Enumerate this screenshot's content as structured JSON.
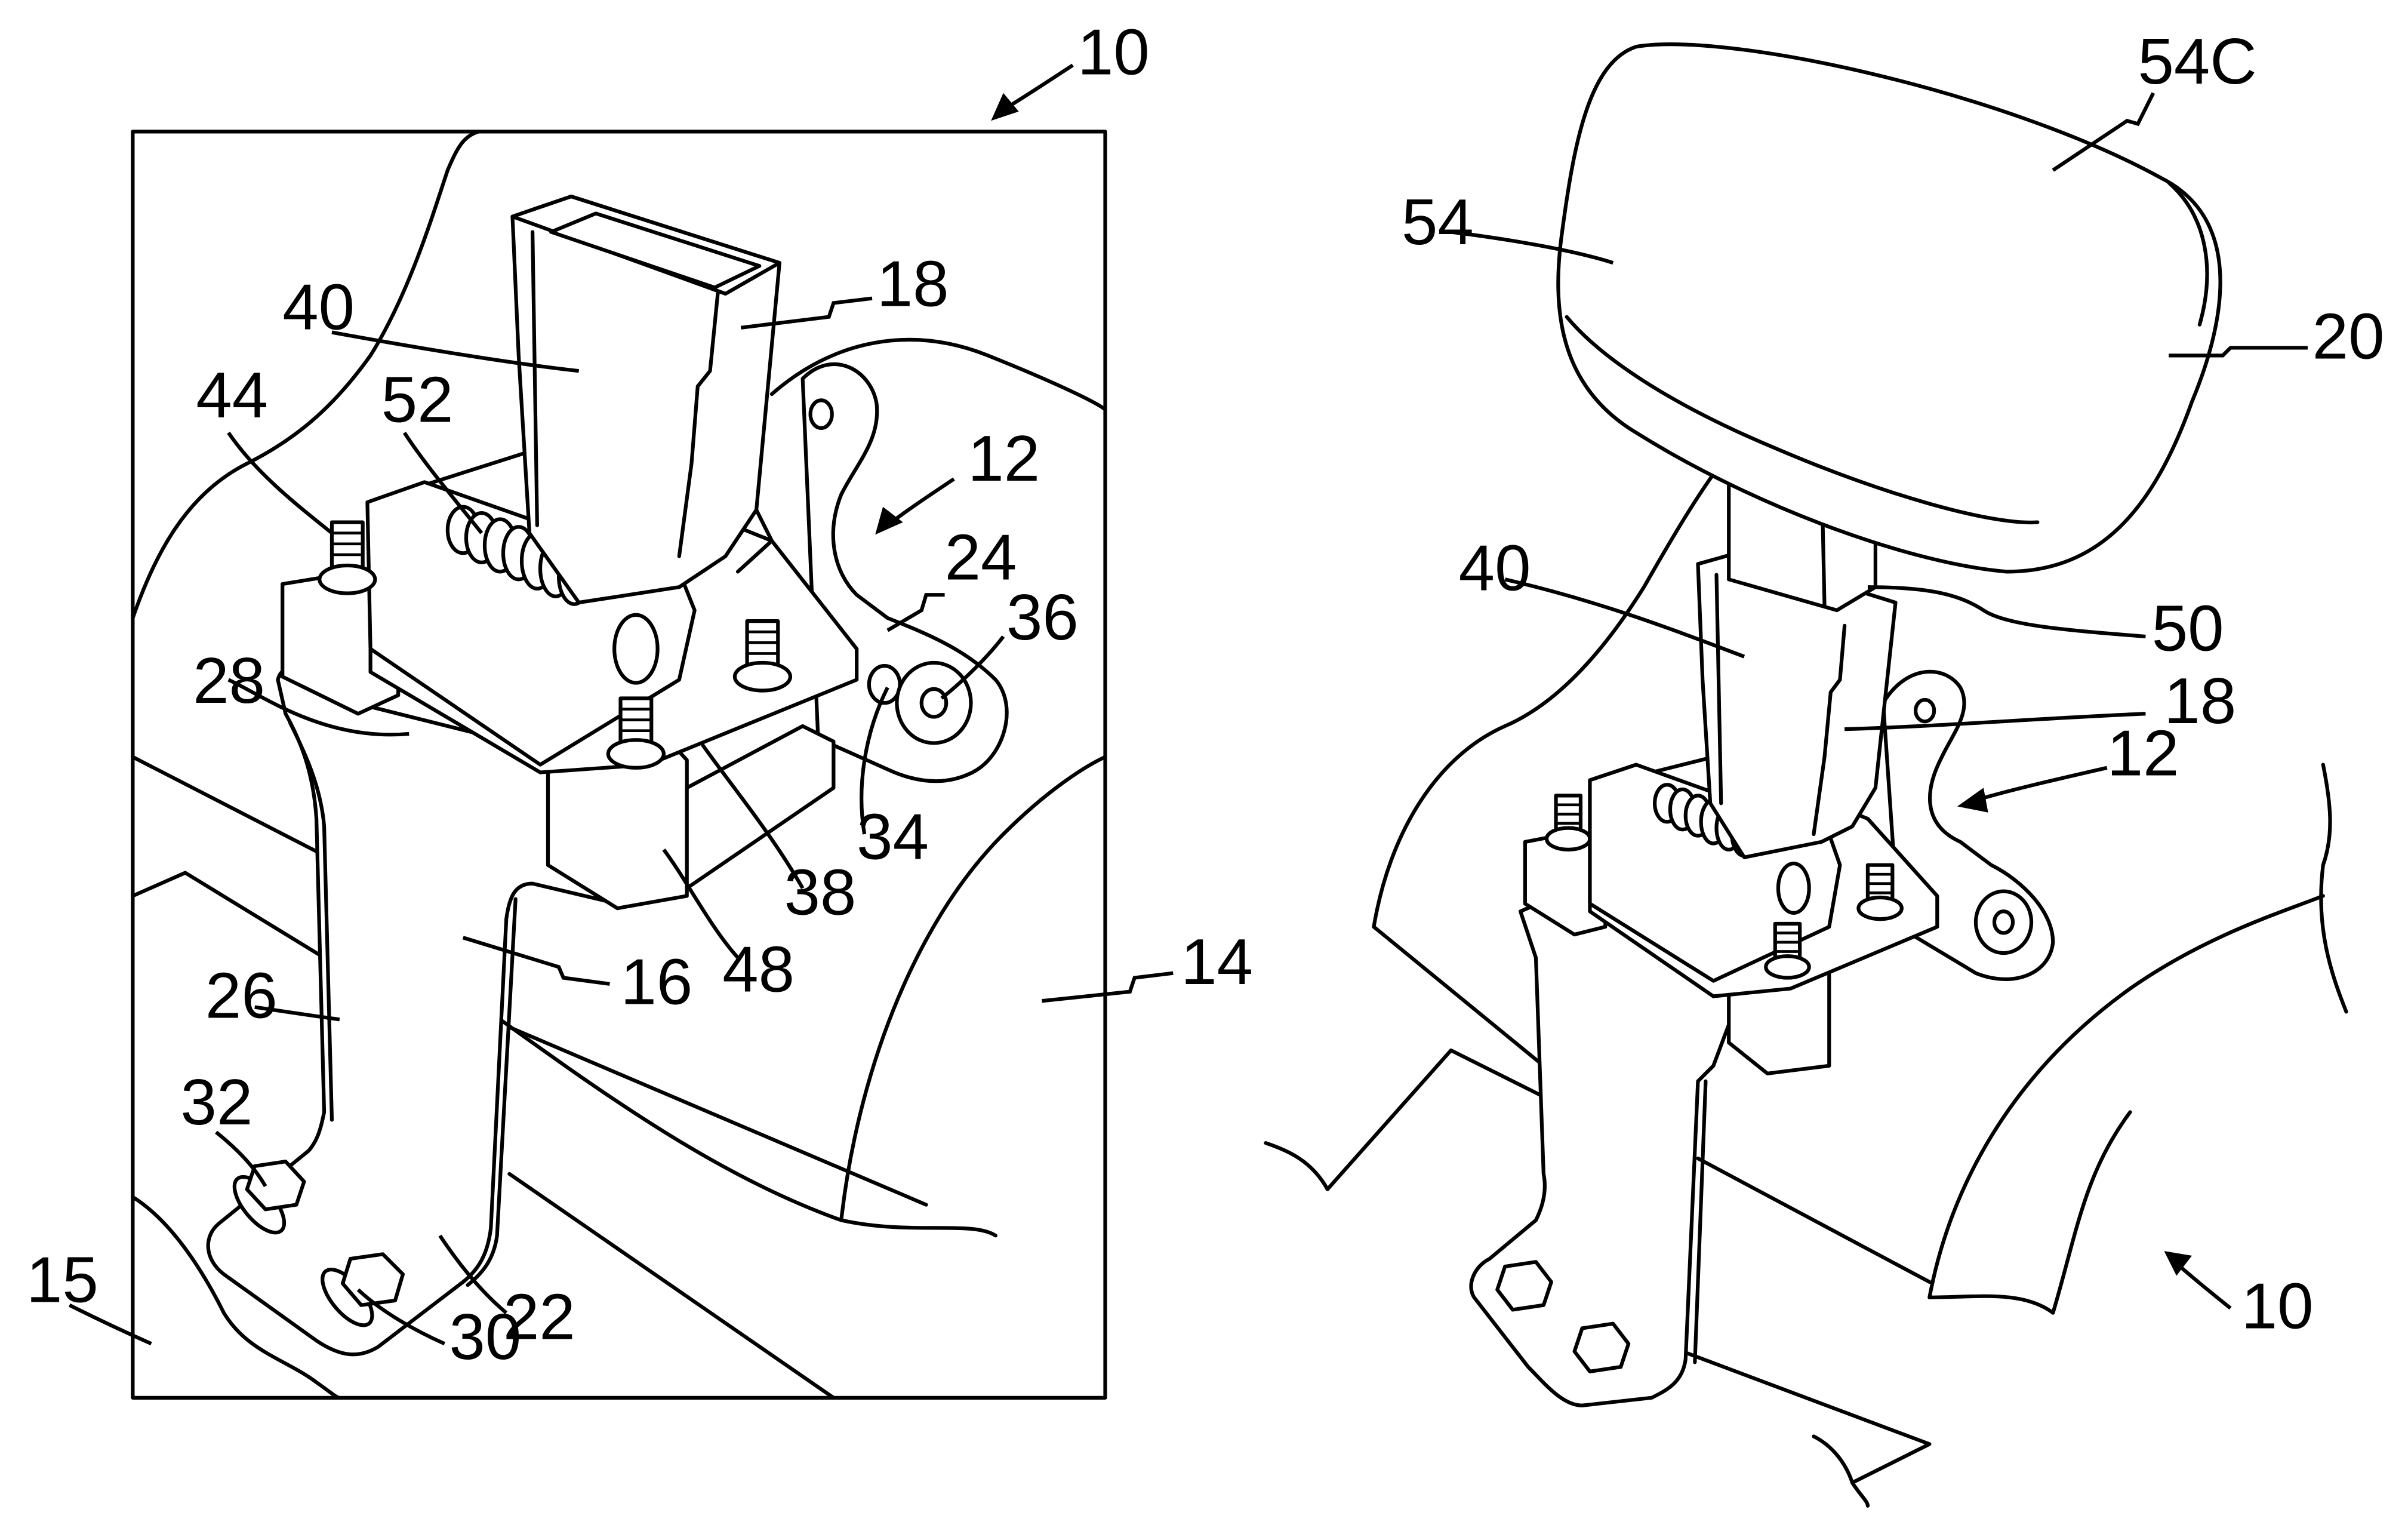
{
  "figure": {
    "reference_numerals": {
      "left_panel": {
        "assembly": "10",
        "seat_bottom": "14",
        "floor": "15",
        "bracket": "16",
        "socket": "18",
        "bracket_lower_leg": "22",
        "bracket_ear": "24",
        "bracket_upright": "26",
        "bracket_edge": "28",
        "lower_bolt": "30",
        "upper_bolt": "32",
        "ear_hole": "34",
        "pivot_stud": "36",
        "mount_plate": "38",
        "socket_body": "40",
        "stud": "44",
        "isolator": "48",
        "spring": "52"
      },
      "right_panel": {
        "assembly": "10",
        "mount": "12",
        "socket": "18",
        "headrest": "20",
        "socket_body": "40",
        "post": "50",
        "cushion": "54",
        "cushion_cover": "54C"
      },
      "left_mount": "12"
    }
  }
}
